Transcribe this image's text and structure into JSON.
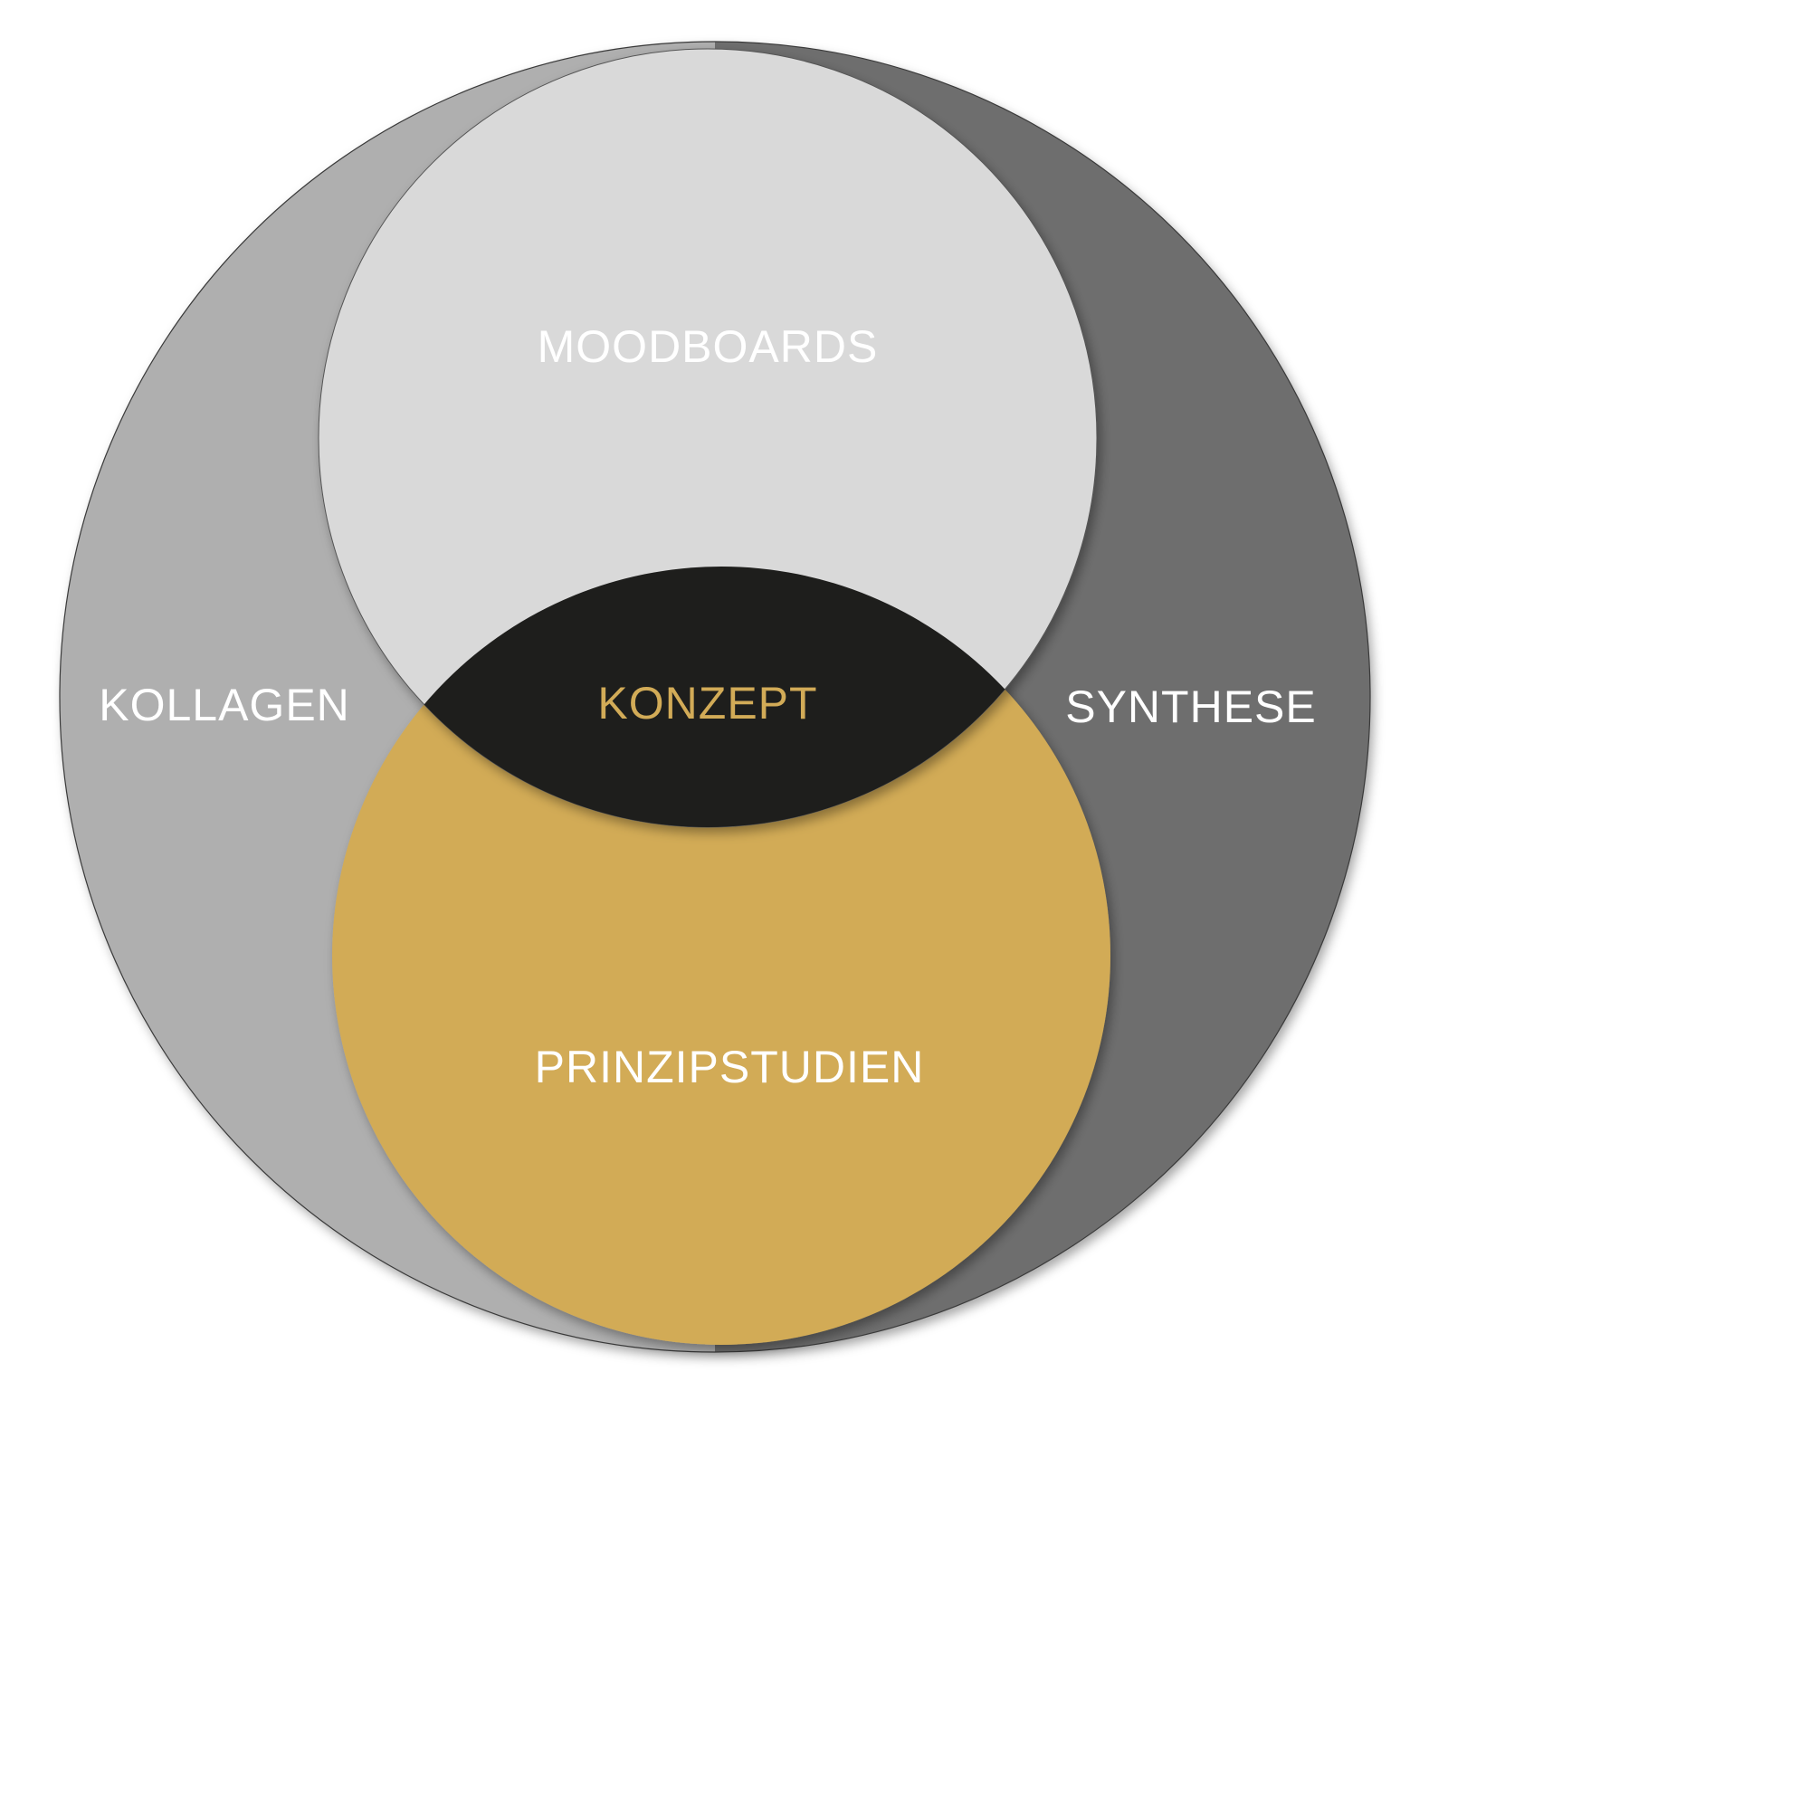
{
  "diagram": {
    "regions": {
      "kollagen": {
        "label": "KOLLAGEN",
        "color": "#afafaf"
      },
      "synthese": {
        "label": "SYNTHESE",
        "color": "#6e6e6e"
      },
      "moodboards": {
        "label": "MOODBOARDS",
        "color": "#d9d9d9"
      },
      "prinzipstudien": {
        "label": "PRINZIPSTUDIEN",
        "color": "#d2ab57"
      },
      "konzept": {
        "label": "KONZEPT",
        "color": "#1e1e1c"
      }
    },
    "label_colors": {
      "default": "#ffffff",
      "konzept": "#d2ab57"
    }
  }
}
